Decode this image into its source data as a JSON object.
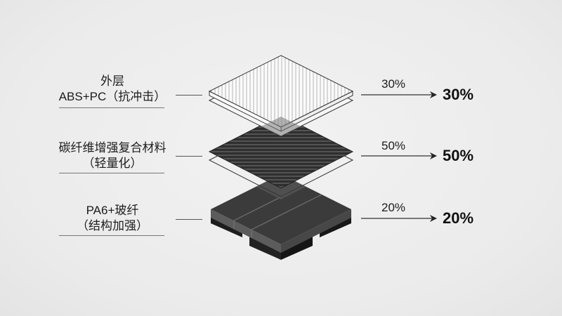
{
  "layers": [
    {
      "id": "outer",
      "title_line1": "外层",
      "title_line2": "ABS+PC（抗冲击）",
      "arrow_label": "30%",
      "result_value": "30%"
    },
    {
      "id": "carbon",
      "title_line1": "碳纤维增强复合材料",
      "title_line2": "（轻量化）",
      "arrow_label": "50%",
      "result_value": "50%"
    },
    {
      "id": "base",
      "title_line1": "PA6+玻纤",
      "title_line2": "（结构加强）",
      "arrow_label": "20%",
      "result_value": "20%"
    }
  ],
  "colors": {
    "background": "#ececec",
    "outer_layer": "#f7f7f7",
    "carbon_layer": "#3a3a3a",
    "base_layer": "#2e2e2e",
    "text": "#1a1a1a",
    "lines": "#555555"
  }
}
